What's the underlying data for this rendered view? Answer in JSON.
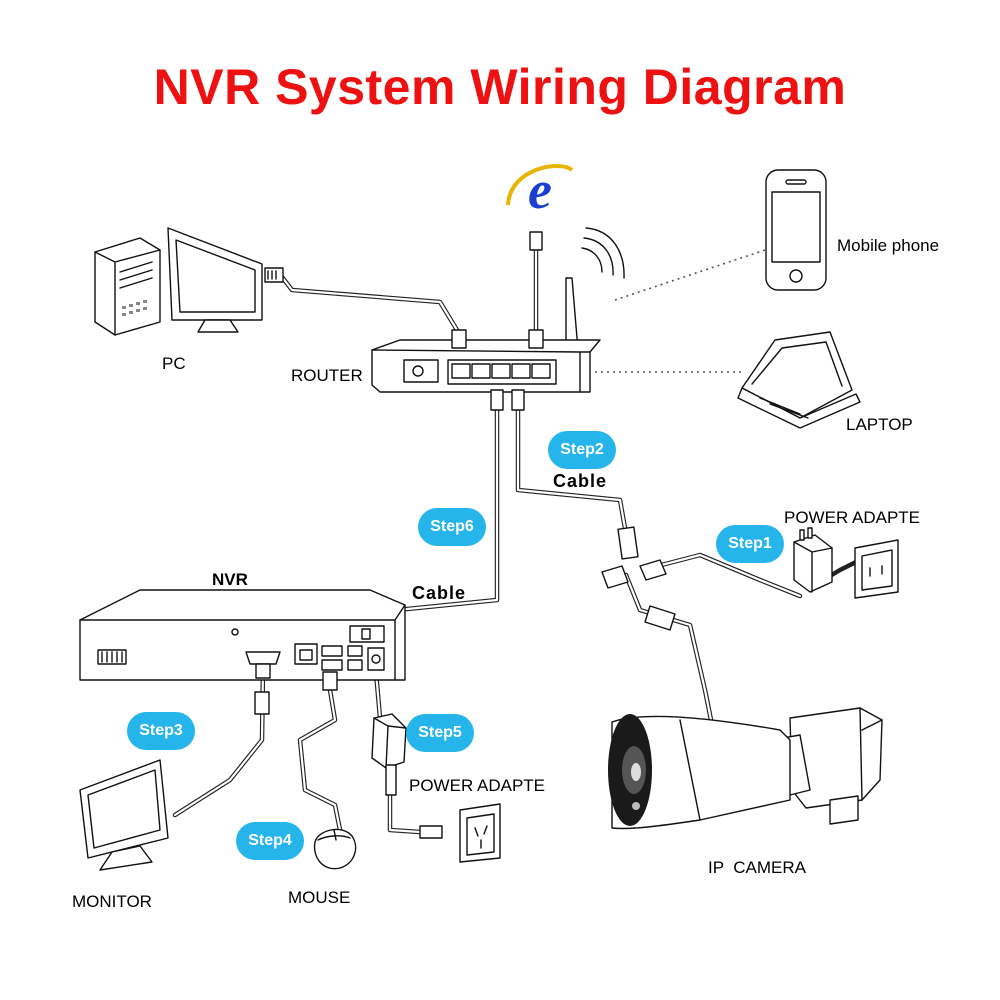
{
  "title": "NVR System Wiring Diagram",
  "labels": {
    "pc": "PC",
    "router": "ROUTER",
    "mobile_phone": "Mobile phone",
    "laptop": "LAPTOP",
    "power_adapter_camera": "POWER ADAPTE",
    "power_adapter_nvr": "POWER ADAPTE",
    "nvr": "NVR",
    "monitor": "MONITOR",
    "mouse": "MOUSE",
    "ip_camera": "IP  CAMERA",
    "cable_router_camera": "Cable",
    "cable_nvr_router": "Cable"
  },
  "steps": {
    "step1": "Step1",
    "step2": "Step2",
    "step3": "Step3",
    "step4": "Step4",
    "step5": "Step5",
    "step6": "Step6"
  },
  "colors": {
    "title": "#ee1111",
    "step_badge": "#26b5ea",
    "ie_logo": "#1a3fd0"
  },
  "icons": [
    "internet-explorer-icon",
    "wifi-signal-icon"
  ]
}
